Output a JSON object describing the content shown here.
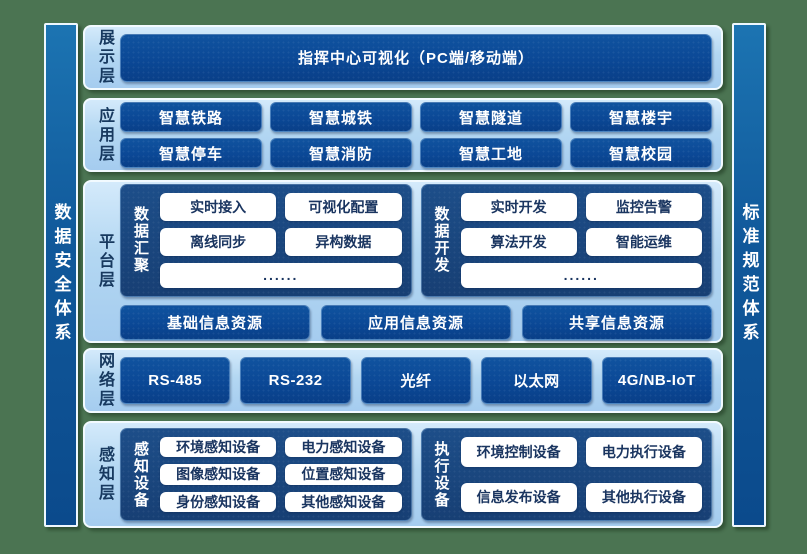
{
  "palette": {
    "background_green": "#4b7452",
    "panel_light_blue": "#b3d7f2",
    "box_navy": "#0b4896",
    "group_navy": "#1a4678",
    "pillar_blue": "#11568f",
    "chip_text_navy": "#1a3560",
    "layer_label_navy": "#17395f"
  },
  "pillars": {
    "left": "数据安全体系",
    "right": "标准规范体系"
  },
  "layers": [
    {
      "label": "展示层",
      "hero": "指挥中心可视化（PC端/移动端）"
    },
    {
      "label": "应用层",
      "apps": [
        "智慧铁路",
        "智慧城铁",
        "智慧隧道",
        "智慧楼宇",
        "智慧停车",
        "智慧消防",
        "智慧工地",
        "智慧校园"
      ]
    },
    {
      "label": "平台层",
      "groups": [
        {
          "title": "数据汇聚",
          "items": [
            "实时接入",
            "可视化配置",
            "离线同步",
            "异构数据"
          ],
          "more": "......"
        },
        {
          "title": "数据开发",
          "items": [
            "实时开发",
            "监控告警",
            "算法开发",
            "智能运维"
          ],
          "more": "......"
        }
      ],
      "resources": [
        "基础信息资源",
        "应用信息资源",
        "共享信息资源"
      ]
    },
    {
      "label": "网络层",
      "items": [
        "RS-485",
        "RS-232",
        "光纤",
        "以太网",
        "4G/NB-IoT"
      ]
    },
    {
      "label": "感知层",
      "groups": [
        {
          "title": "感知设备",
          "items": [
            "环境感知设备",
            "电力感知设备",
            "图像感知设备",
            "位置感知设备",
            "身份感知设备",
            "其他感知设备"
          ]
        },
        {
          "title": "执行设备",
          "items": [
            "环境控制设备",
            "电力执行设备",
            "信息发布设备",
            "其他执行设备"
          ]
        }
      ]
    }
  ]
}
